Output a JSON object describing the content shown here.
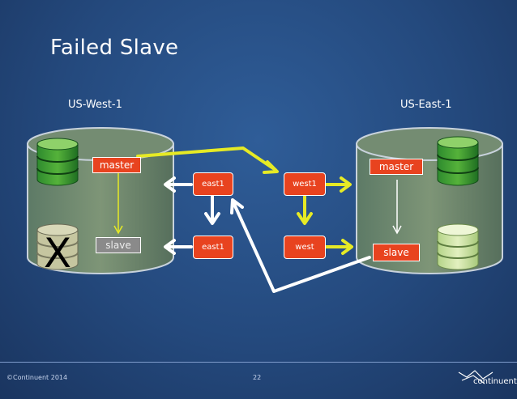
{
  "slide": {
    "title": "Failed Slave",
    "footer_copyright": "©Continuent 2014",
    "page_number": "22",
    "logo_text": "continuent"
  },
  "sites": {
    "west": {
      "label": "US-West-1",
      "master_label": "master",
      "slave_label": "slave",
      "slave_status": "failed",
      "failed_mark": "X"
    },
    "east": {
      "label": "US-East-1",
      "master_label": "master",
      "slave_label": "slave"
    }
  },
  "services": {
    "east1_top": "east1",
    "east1_bottom": "east1",
    "west1_top": "west1",
    "west_bottom": "west"
  },
  "colors": {
    "service_box": "#e8431f",
    "yellow_arrow": "#e6ea25",
    "white_arrow": "#ffffff",
    "db_green_dark": "#1c7a1c",
    "db_green_light": "#c9e49a",
    "slave_disabled": "#8a8a8a"
  }
}
